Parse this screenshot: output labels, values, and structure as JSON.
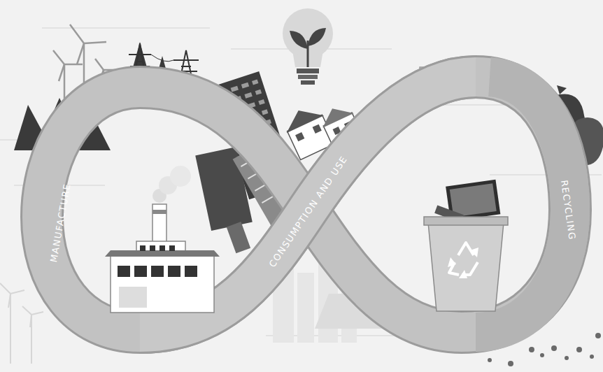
{
  "diagram": {
    "labels": [
      "MANUFACTURE",
      "CONSUMPTION AND USE",
      "RECYCLING"
    ]
  }
}
